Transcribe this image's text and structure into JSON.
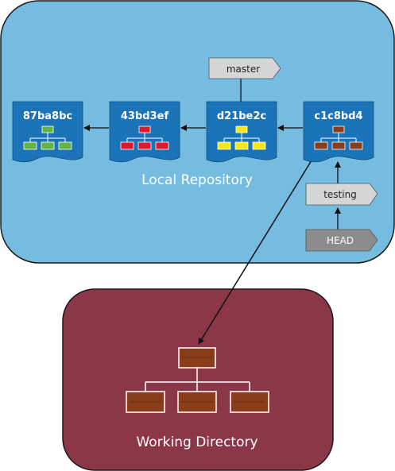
{
  "local_repository": {
    "label": "Local Repository",
    "fill": "#75bce0",
    "stroke": "#1a1a1a"
  },
  "working_directory": {
    "label": "Working Directory",
    "fill": "#8b3748",
    "tree_fill": "#8a3d1b"
  },
  "commits": [
    {
      "id": "87ba8bc",
      "tree_color": "#63b543"
    },
    {
      "id": "43bd3ef",
      "tree_color": "#e1182d"
    },
    {
      "id": "d21be2c",
      "tree_color": "#f7e714"
    },
    {
      "id": "c1c8bd4",
      "tree_color": "#8a3d1b"
    }
  ],
  "commit_fill": "#1c74b8",
  "branches": {
    "master": {
      "label": "master"
    },
    "testing": {
      "label": "testing"
    }
  },
  "head": {
    "label": "HEAD"
  },
  "label_fill": "#d5d6d7",
  "head_fill": "#8c8c8c"
}
